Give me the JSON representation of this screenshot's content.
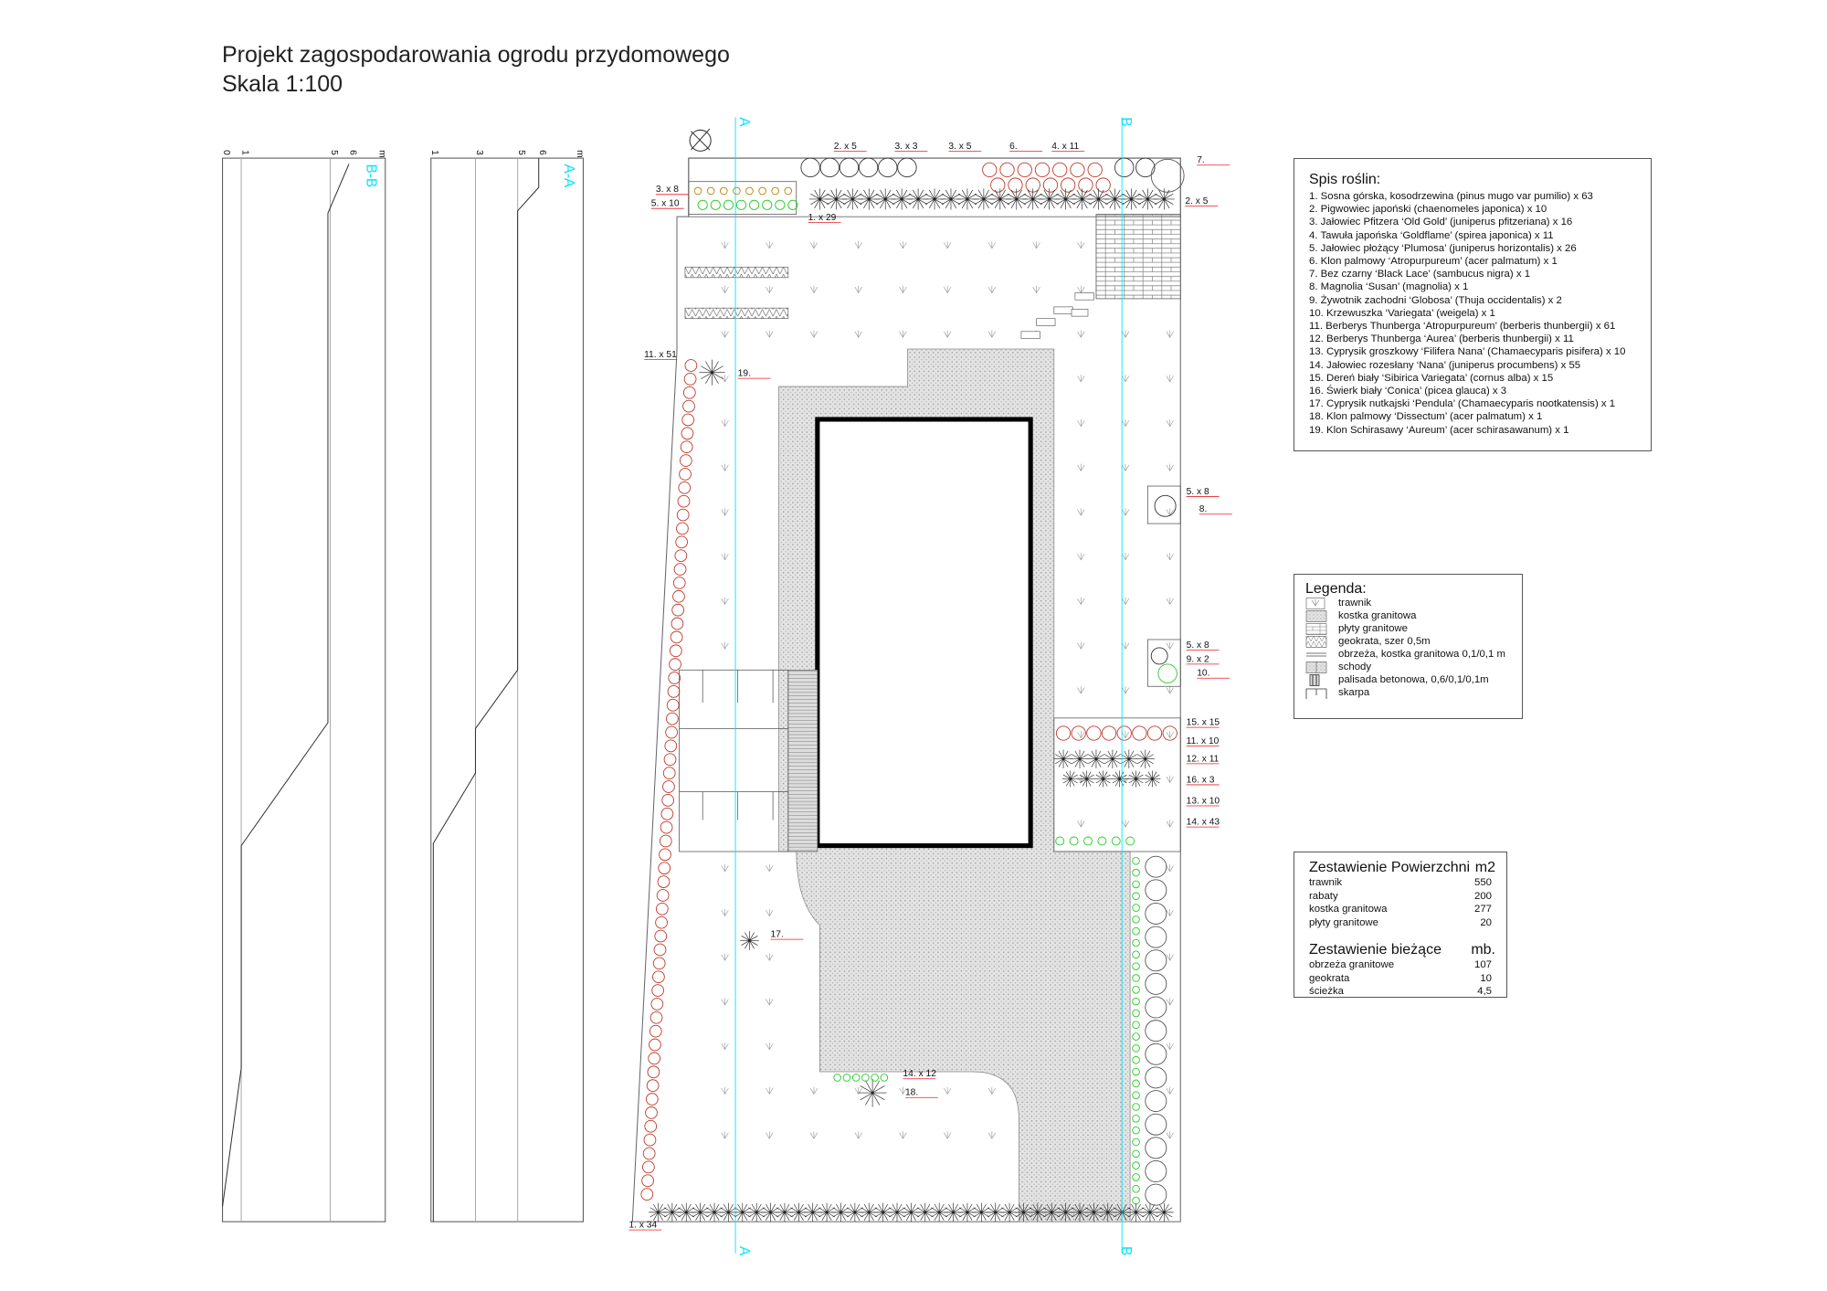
{
  "header": {
    "title": "Projekt zagospodarowania ogrodu przydomowego",
    "scale": "Skala 1:100"
  },
  "sections": [
    {
      "name": "B-B",
      "ticks": [
        "0",
        "1",
        "5",
        "6",
        "m"
      ]
    },
    {
      "name": "A-A",
      "ticks": [
        "1",
        "3",
        "5",
        "6",
        "m"
      ]
    }
  ],
  "plan": {
    "axis_labels": {
      "a": "A",
      "b": "B"
    },
    "labels": [
      "2. x 5",
      "3. x 3",
      "3. x 5",
      "6.",
      "4. x 11",
      "7.",
      "2. x 5",
      "3. x 8",
      "5. x 10",
      "1. x 29",
      "11. x 51",
      "19.",
      "5. x 8",
      "8.",
      "5. x 8",
      "9. x 2",
      "10.",
      "15. x  15",
      "11. x 10",
      "12. x 11",
      "16. x 3",
      "13. x 10",
      "14. x 43",
      "17.",
      "14. x 12",
      "18.",
      "1. x 34"
    ]
  },
  "plant_list": {
    "title": "Spis roślin:",
    "items": [
      "1. Sosna górska, kosodrzewina (pinus mugo var pumilio) x 63",
      "2. Pigwowiec japoński (chaenomeles japonica) x 10",
      "3. Jałowiec Pfitzera ‘Old Gold’ (juniperus pfitzeriana) x 16",
      "4. Tawuła japońska ‘Goldflame’ (spirea japonica) x 11",
      "5. Jałowiec płożący ‘Plumosa’ (juniperus horizontalis) x 26",
      "6. Klon palmowy ‘Atropurpureum’ (acer palmatum) x 1",
      "7. Bez czarny ‘Black Lace’ (sambucus nigra) x 1",
      "8. Magnolia ‘Susan’ (magnolia) x 1",
      "9. Żywotnik zachodni ‘Globosa’ (Thuja occidentalis) x 2",
      "10. Krzewuszka ‘Variegata’ (weigela) x 1",
      "11. Berberys Thunberga ‘Atropurpureum’ (berberis thunbergii) x 61",
      "12. Berberys Thunberga ‘Aurea’ (berberis thunbergii) x 11",
      "13. Cyprysik groszkowy ‘Filifera Nana’ (Chamaecyparis pisifera) x 10",
      "14. Jałowiec rozesłany ‘Nana’ (juniperus procumbens) x 55",
      "15. Dereń biały ‘Sibirica Variegata’ (cornus alba) x 15",
      "16. Świerk biały ‘Conica’ (picea glauca) x 3",
      "17. Cyprysik nutkajski ‘Pendula’ (Chamaecyparis nootkatensis) x 1",
      "18. Klon palmowy ‘Dissectum’ (acer palmatum) x 1",
      "19. Klon Schirasawy ‘Aureum’ (acer schirasawanum) x 1"
    ]
  },
  "legend": {
    "title": "Legenda:",
    "items": [
      {
        "icon": "lawn-icon",
        "label": "trawnik"
      },
      {
        "icon": "granite-cobble-icon",
        "label": "kostka granitowa"
      },
      {
        "icon": "granite-slab-icon",
        "label": "płyty granitowe"
      },
      {
        "icon": "geogrid-icon",
        "label": "geokrata, szer 0,5m"
      },
      {
        "icon": "edging-icon",
        "label": "obrzeża, kostka granitowa 0,1/0,1 m"
      },
      {
        "icon": "stairs-icon",
        "label": "schody"
      },
      {
        "icon": "palisade-icon",
        "label": "palisada betonowa, 0,6/0,1/0,1m"
      },
      {
        "icon": "slope-icon",
        "label": "skarpa"
      }
    ]
  },
  "areas": {
    "title": "Zestawienie Powierzchni",
    "unit": "m2",
    "rows": [
      {
        "name": "trawnik",
        "value": "550"
      },
      {
        "name": "rabaty",
        "value": "200"
      },
      {
        "name": "kostka granitowa",
        "value": "277"
      },
      {
        "name": "płyty granitowe",
        "value": "20"
      }
    ]
  },
  "lengths": {
    "title": "Zestawienie bieżące",
    "unit": "mb.",
    "rows": [
      {
        "name": "obrzeża granitowe",
        "value": "107"
      },
      {
        "name": "geokrata",
        "value": "10"
      },
      {
        "name": "ścieżka",
        "value": "4,5"
      }
    ]
  },
  "colors": {
    "axis": "#00e5ff",
    "leader": "#e8202a",
    "green": "#22cc22",
    "red_shrub": "#c0392b"
  }
}
